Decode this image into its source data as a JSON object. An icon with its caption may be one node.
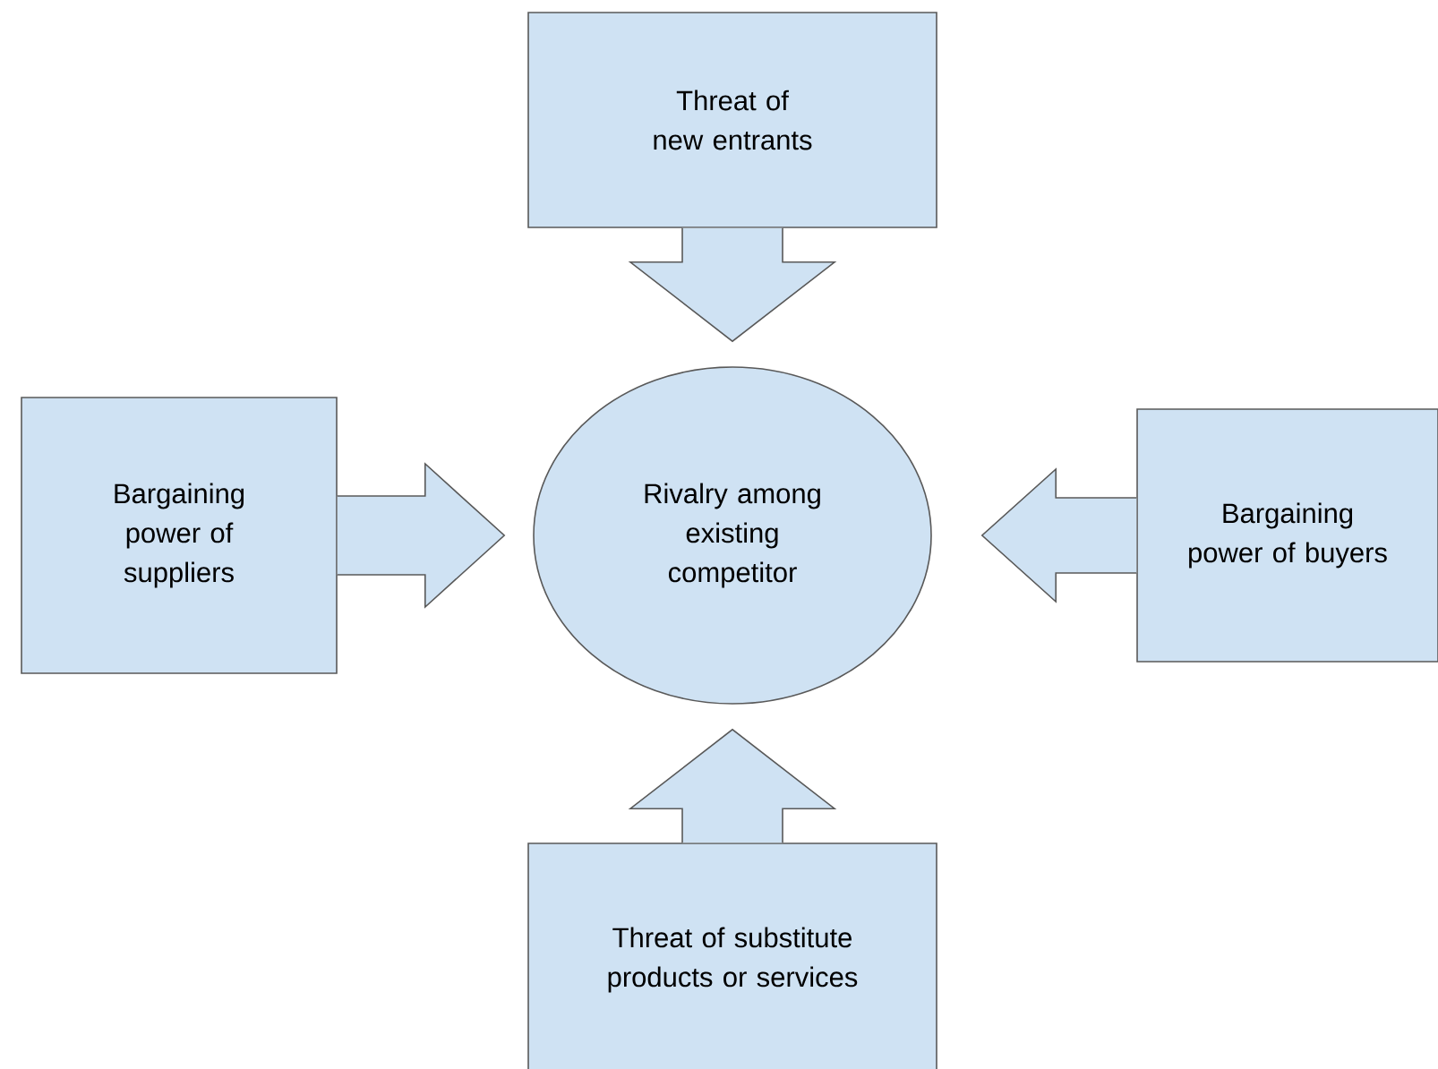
{
  "diagram": {
    "nodes": [
      {
        "text": [
          "Threat of new entrants"
        ]
      },
      {
        "text": [
          "Bargaining power of suppliers"
        ]
      },
      {
        "text": [
          "Rivalry among existing competitor"
        ]
      },
      {
        "text": [
          "Bargaining power of buyers"
        ]
      },
      {
        "text": [
          "Threat of substitute products or services"
        ]
      }
    ],
    "edges": [
      {
        "from": 0,
        "to": 2,
        "arrow": "to"
      },
      {
        "from": 1,
        "to": 2,
        "arrow": "to"
      },
      {
        "from": 3,
        "to": 2,
        "arrow": "to"
      },
      {
        "from": 4,
        "to": 2,
        "arrow": "to"
      }
    ]
  }
}
